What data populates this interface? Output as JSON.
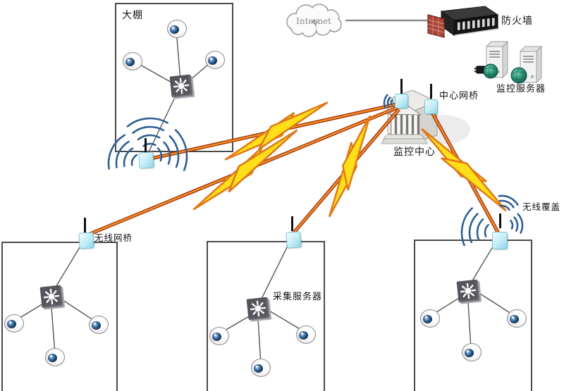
{
  "diagram": {
    "type": "network-topology",
    "description": "wireless video surveillance system topology",
    "labels": {
      "greenhouse": "大棚",
      "internet": "Internet",
      "firewall": "防火墙",
      "monitoring_servers": "监控服务器",
      "center_bridge": "中心网桥",
      "monitoring_center": "监控中心",
      "wireless_bridge": "无线网桥",
      "collection_server": "采集服务器",
      "wireless_coverage": "无线覆盖"
    },
    "icons": {
      "camera": "eyeball-camera",
      "switch": "starburst-switch",
      "bridge": "cyan-wireless-bridge-with-antenna",
      "building": "monitoring-center-building",
      "firewall": "rack-firewall-with-brick-wall",
      "servers": "two-tower-servers-with-globes",
      "cloud": "internet-cloud",
      "link": "orange-wireless-link",
      "lightning": "yellow-lightning-bolt",
      "wifi": "blue-signal-arcs"
    },
    "colors": {
      "lightning_fill": "#ffdf1a",
      "lightning_stroke": "#e07818",
      "link_core": "#ef8a28",
      "link_edge": "#9a2d05",
      "wifi_arc": "#2d6094",
      "bridge_fill": "#c2ecf6",
      "box_border": "#4a4a4a",
      "connector": "#555555",
      "cloud_line": "#8c8c8c"
    }
  }
}
